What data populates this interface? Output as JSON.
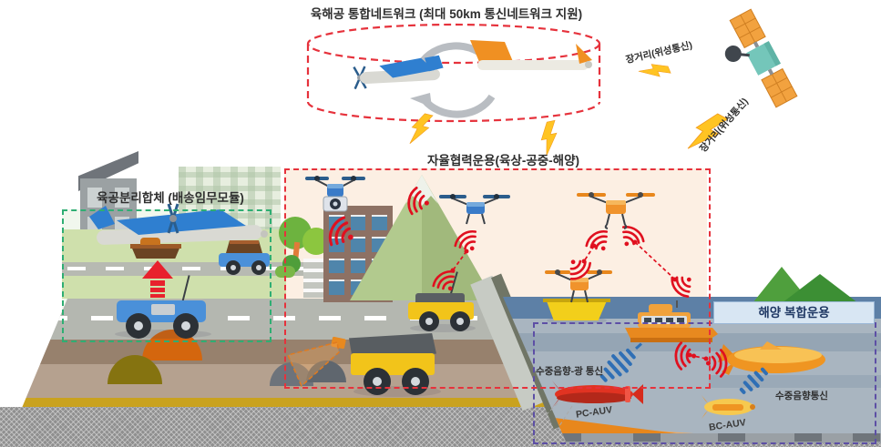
{
  "labels": {
    "top_title": "육해공 통합네트워크 (최대 50km 통신네트워크 지원)",
    "satlink_upper": "장거리(위성통신)",
    "satlink_lower": "장거리(위성통신)",
    "cooperative": "자율협력운용(육상-공중-해양)",
    "delivery_module": "육공분리합체 (배송임무모듈)",
    "marine_combined": "해양 복합운용",
    "underwater_optical": "수중음향-광 통신",
    "underwater_acoustic": "수중음향통신",
    "pc_auv": "PC-AUV",
    "bc_auv": "BC-AUV"
  },
  "colors": {
    "network_dashed_red": "#e6323c",
    "delivery_dashed_green": "#2fae73",
    "marine_dashed_purple": "#5d4fa5",
    "signal_red": "#e0101f",
    "acoustic_blue": "#2f6fb5",
    "uav_orange": "#f0932c",
    "uav_blue": "#3a7bc8",
    "vehicle_yellow": "#f2c41a",
    "sea_surface": "#5d80a6",
    "sea_deep": "#a9b5c0",
    "sky_zone_peach": "#fcefe3"
  }
}
